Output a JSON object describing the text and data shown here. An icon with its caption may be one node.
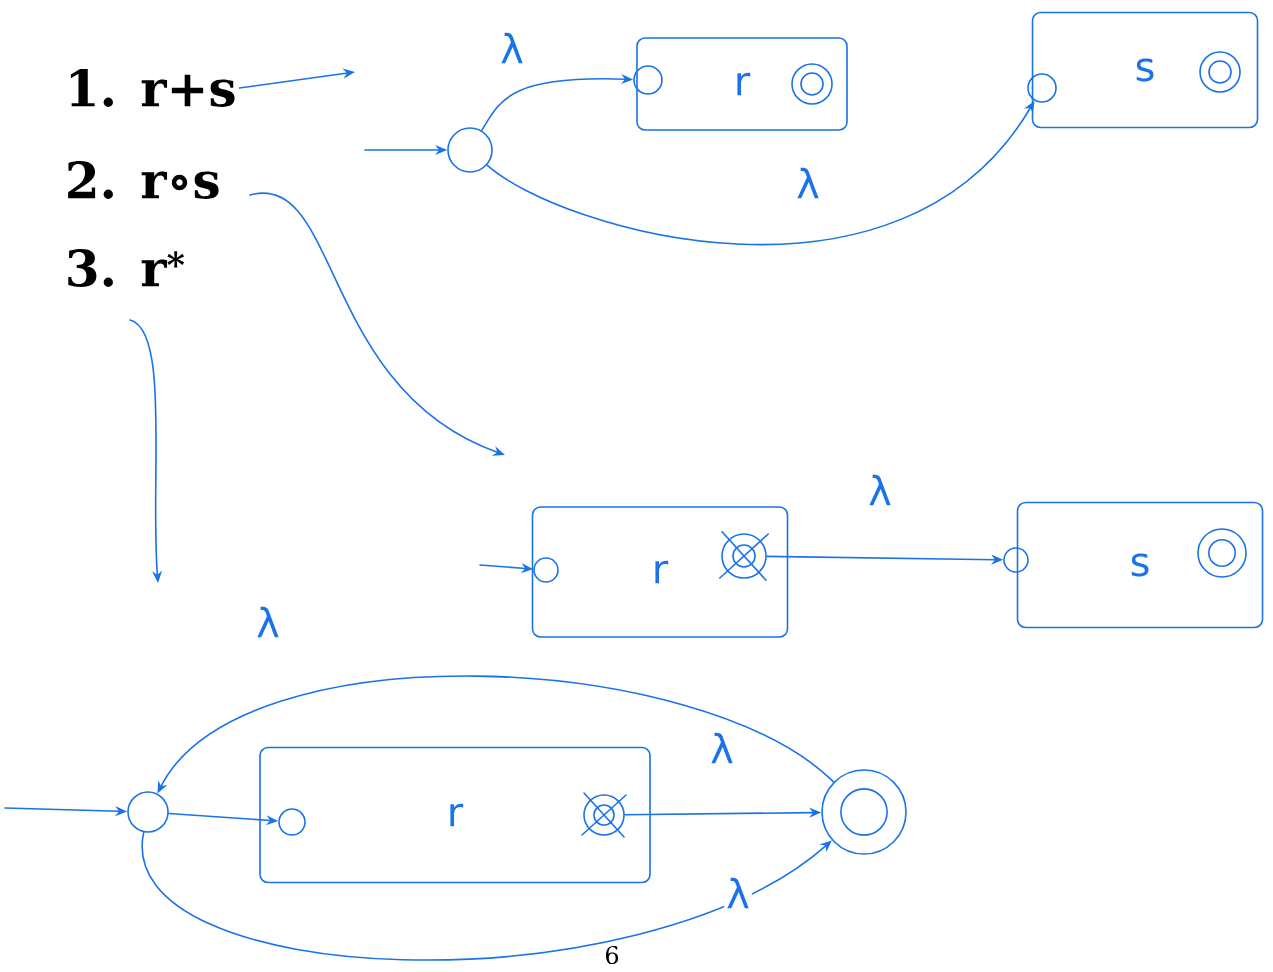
{
  "diagram": {
    "nodes": [
      {
        "text": [
          "1. r+s"
        ]
      },
      {
        "text": [
          "2. r∘s"
        ]
      },
      {
        "text": [
          "3. r$^{*}$"
        ]
      },
      {
        "text": [],
        "shape": "circle"
      },
      {
        "text": [
          "r"
        ]
      },
      {
        "text": [],
        "shape": "circle",
        "in": 4
      },
      {
        "text": [],
        "shape": "circle",
        "in": 4
      },
      {
        "text": [
          "s"
        ]
      },
      {
        "text": [],
        "shape": "circle",
        "in": 7
      },
      {
        "text": [],
        "shape": "circle",
        "in": 7
      },
      {
        "text": [
          "r"
        ]
      },
      {
        "text": [],
        "shape": "circle",
        "in": 10
      },
      {
        "text": [],
        "shape": "circle",
        "in": 10
      },
      {
        "text": [
          "s"
        ]
      },
      {
        "text": [],
        "shape": "circle",
        "in": 13
      },
      {
        "text": [],
        "shape": "circle",
        "in": 13
      },
      {
        "text": [],
        "shape": "circle"
      },
      {
        "text": [
          "r"
        ]
      },
      {
        "text": [],
        "shape": "circle",
        "in": 17
      },
      {
        "text": [],
        "shape": "circle",
        "in": 17
      },
      {
        "text": [],
        "shape": "circle"
      }
    ],
    "edges": [
      {
        "from": 0,
        "to": null,
        "arrow": "to"
      },
      {
        "from": 1,
        "to": null,
        "arrow": "to"
      },
      {
        "from": 2,
        "to": null,
        "arrow": "to"
      },
      {
        "from": null,
        "to": 3,
        "arrow": "to"
      },
      {
        "from": 3,
        "to": 5,
        "arrow": "to",
        "label": "λ"
      },
      {
        "from": 3,
        "to": 8,
        "arrow": "to",
        "label": "λ"
      },
      {
        "from": null,
        "to": 11,
        "arrow": "to"
      },
      {
        "from": 12,
        "to": 14,
        "arrow": "to",
        "label": "λ"
      },
      {
        "from": null,
        "to": 16,
        "arrow": "to"
      },
      {
        "from": 16,
        "to": 18,
        "arrow": "to"
      },
      {
        "from": 19,
        "to": 20,
        "arrow": "to",
        "label": "λ"
      },
      {
        "from": 20,
        "to": 16,
        "arrow": "to",
        "label": "λ"
      },
      {
        "from": 16,
        "to": 20,
        "arrow": "to",
        "label": "λ"
      }
    ],
    "labels": [
      "6"
    ]
  }
}
